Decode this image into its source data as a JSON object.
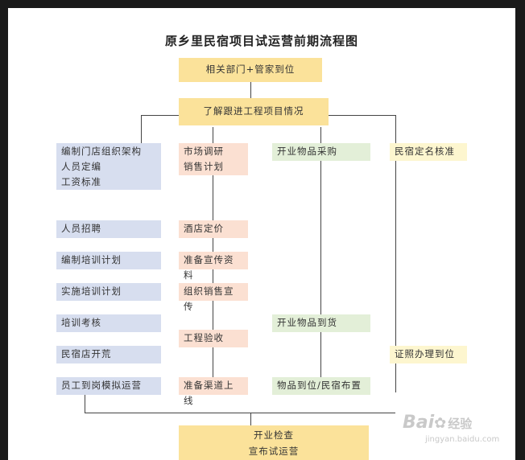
{
  "diagram": {
    "title": "原乡里民宿项目试运营前期流程图",
    "top": {
      "step1": "相关部门+管家到位",
      "step2": "了解跟进工程项目情况"
    },
    "col1": {
      "b1_l1": "编制门店组织架构",
      "b1_l2": "人员定编",
      "b1_l3": "工资标准",
      "b2": "人员招聘",
      "b3": "编制培训计划",
      "b4": "实施培训计划",
      "b5": "培训考核",
      "b6": "民宿店开荒",
      "b7": "员工到岗模拟运营"
    },
    "col2": {
      "b1_l1": "市场调研",
      "b1_l2": "销售计划",
      "b2": "酒店定价",
      "b3": "准备宣传资料",
      "b4": "组织销售宣传",
      "b5": "工程验收",
      "b6": "准备渠道上线"
    },
    "col3": {
      "b1": "开业物品采购",
      "b2": "开业物品到货",
      "b3": "物品到位/民宿布置"
    },
    "col4": {
      "b1": "民宿定名核准",
      "b2": "证照办理到位"
    },
    "bottom": {
      "l1": "开业检查",
      "l2": "宣布试运营"
    },
    "watermark": {
      "brand": "Bai",
      "brand_cn": "经验",
      "url": "jingyan.baidu.com"
    },
    "colors": {
      "yellow": "#fbe29a",
      "blue": "#d7deef",
      "peach": "#fbe0d2",
      "green": "#e3efd8",
      "light_yellow": "#fdf6cf"
    }
  }
}
